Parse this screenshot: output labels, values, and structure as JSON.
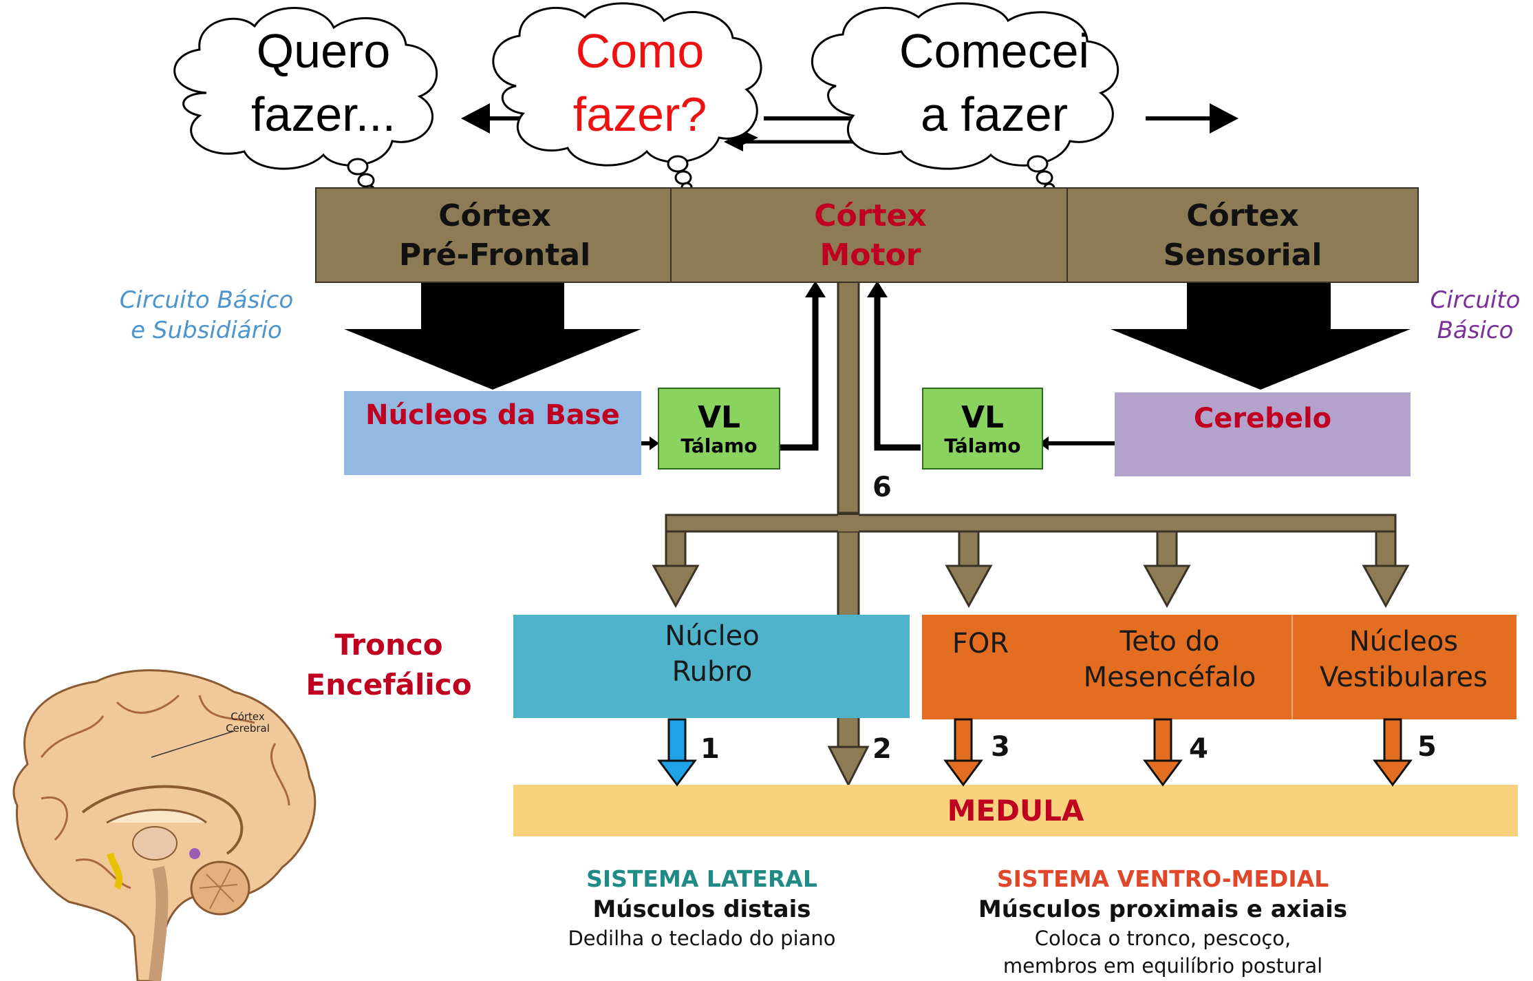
{
  "colors": {
    "cortex_fill": "#8c7b55",
    "tract_fill": "#8c7b55",
    "nucleos_base_fill": "#93b9e2",
    "cerebelo_fill": "#b3a2cc",
    "vl_fill": "#8bd35f",
    "nucleo_rubro_fill": "#4fb3cc",
    "orange_fill": "#e36e22",
    "medula_fill": "#fad27d",
    "red_text": "#c00020",
    "blue_text": "#4b94cf",
    "purple_text": "#7a2e9a",
    "teal_text": "#1f8a86",
    "orange_text": "#e0472a"
  },
  "clouds": [
    {
      "text": "Quero\nfazer...",
      "color": "#000000"
    },
    {
      "text": "Como\nfazer?",
      "color": "#ee1111"
    },
    {
      "text": "Comecei\na fazer",
      "color": "#000000"
    }
  ],
  "cortex": {
    "prefrontal": {
      "line1": "Córtex",
      "line2": "Pré-Frontal"
    },
    "motor": {
      "line1": "Córtex",
      "line2": "Motor"
    },
    "sensorial": {
      "line1": "Córtex",
      "line2": "Sensorial"
    }
  },
  "labels": {
    "circuito_left": "Circuito Básico\ne Subsidiário",
    "circuito_right": "Circuito\nBásico",
    "nucleos_base": "Núcleos da Base",
    "cerebelo": "Cerebelo",
    "vl_big": "VL",
    "vl_small": "Tálamo",
    "tronco": "Tronco\nEncefálico",
    "nucleo_rubro": "Núcleo\nRubro",
    "for": "FOR",
    "teto": "Teto do\nMesencéfalo",
    "vestibulares": "Núcleos\nVestibulares",
    "medula": "MEDULA",
    "cortex_cerebral": "Córtex\nCerebral"
  },
  "numbers": [
    "1",
    "2",
    "3",
    "4",
    "5",
    "6"
  ],
  "sistema_lateral": {
    "title": "SISTEMA LATERAL",
    "subtitle": "Músculos  distais",
    "desc": "Dedilha o teclado do piano"
  },
  "sistema_ventro": {
    "title": "SISTEMA VENTRO-MEDIAL",
    "subtitle": "Músculos proximais e axiais",
    "desc": "Coloca o tronco, pescoço,\nmembros em  equilíbrio postural"
  }
}
